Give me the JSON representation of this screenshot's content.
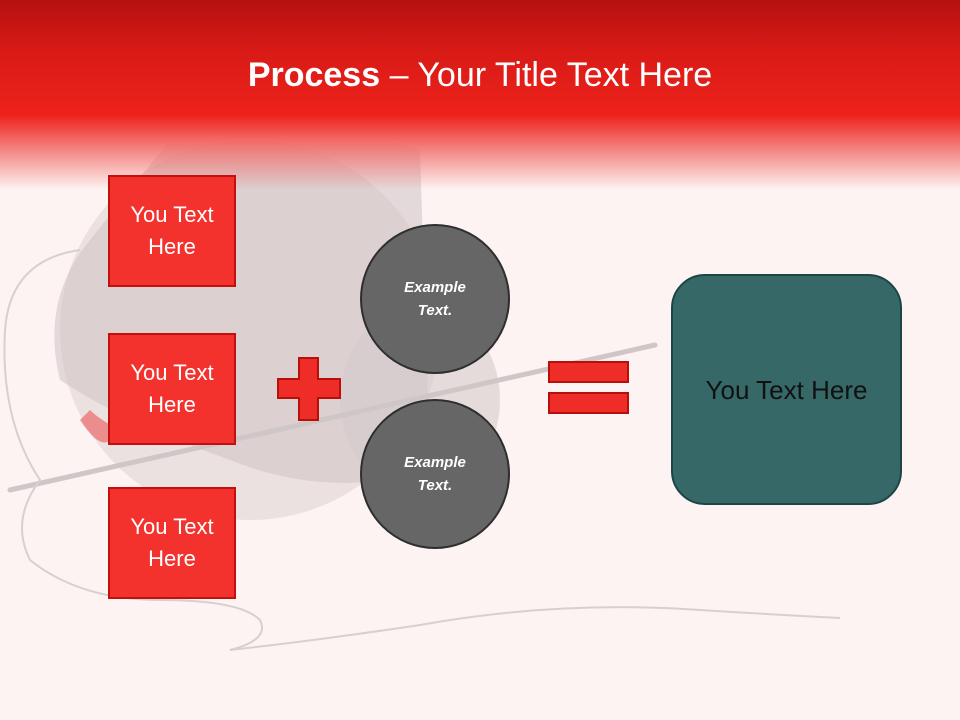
{
  "title": {
    "bold": "Process",
    "separator": "–",
    "rest": "Your Title Text Here"
  },
  "boxes": [
    {
      "label": "You Text Here"
    },
    {
      "label": "You Text Here"
    },
    {
      "label": "You Text Here"
    }
  ],
  "circles": [
    {
      "label": "Example Text."
    },
    {
      "label": "Example Text."
    }
  ],
  "result": {
    "label": "You Text Here"
  },
  "colors": {
    "header_red": "#ee221c",
    "box_fill": "#f3312d",
    "circle_fill": "#666666",
    "result_fill": "#366868",
    "background": "#fdf3f3"
  },
  "icons": {
    "plus": "plus-icon",
    "equals": "equals-icon"
  }
}
